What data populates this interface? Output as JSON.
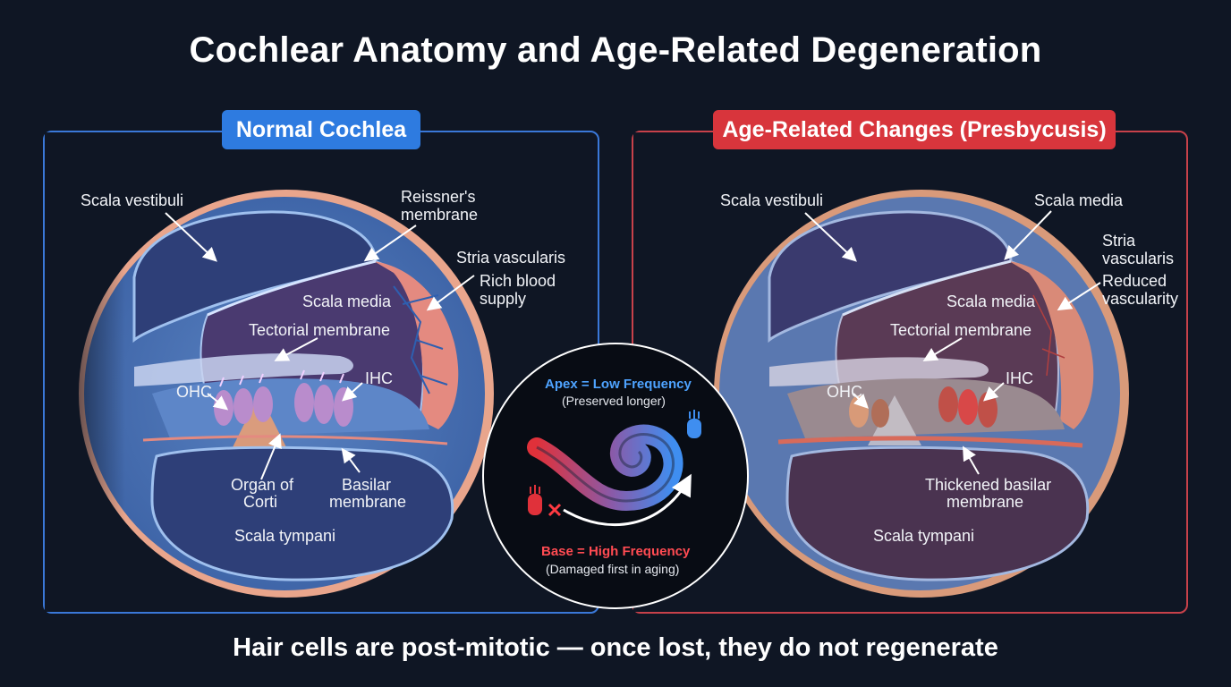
{
  "title": "Cochlear Anatomy and Age-Related Degeneration",
  "normal_panel": {
    "heading": "Normal Cochlea",
    "labels": {
      "scala_vestibuli": "Scala vestibuli",
      "reissners_1": "Reissner's",
      "reissners_2": "membrane",
      "stria": "Stria vascularis",
      "blood_1": "Rich blood",
      "blood_2": "supply",
      "scala_media": "Scala media",
      "tectorial": "Tectorial membrane",
      "ohc": "OHC",
      "ihc": "IHC",
      "organ_1": "Organ of",
      "organ_2": "Corti",
      "basilar_1": "Basilar",
      "basilar_2": "membrane",
      "scala_tympani": "Scala tympani"
    }
  },
  "aged_panel": {
    "heading": "Age-Related Changes (Presbycusis)",
    "labels": {
      "scala_vestibuli": "Scala vestibuli",
      "scala_media_top": "Scala media",
      "stria_1": "Stria",
      "stria_2": "vascularis",
      "reduced_1": "Reduced",
      "reduced_2": "vascularity",
      "scala_media": "Scala media",
      "tectorial": "Tectorial membrane",
      "ohc": "OHC",
      "ihc": "IHC",
      "thickened_1": "Thickened basilar",
      "thickened_2": "membrane",
      "scala_tympani": "Scala tympani"
    }
  },
  "tonotopy": {
    "apex": "Apex = Low Frequency",
    "apex_note": "(Preserved longer)",
    "base": "Base = High Frequency",
    "base_note": "(Damaged first in aging)"
  },
  "footer": "Hair cells are post-mitotic — once lost, they do not regenerate",
  "colors": {
    "background": "#0f1624",
    "normal_accent": "#2e7be0",
    "aged_accent": "#d8353c",
    "apex_text": "#4ea3ff",
    "base_text": "#ff4b52"
  }
}
